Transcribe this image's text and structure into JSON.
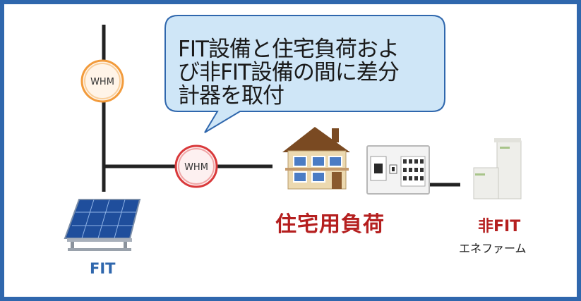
{
  "callout": {
    "lines": [
      "FIT設備と住宅負荷およ",
      "び非FIT設備の間に差分",
      "計器を取付"
    ]
  },
  "meters": {
    "top_label": "WHM",
    "middle_label": "WHM"
  },
  "labels": {
    "home_load": "住宅用負荷",
    "non_fit": "非FIT",
    "enefarm": "エネファーム",
    "fit": "FIT"
  },
  "colors": {
    "frame": "#2f67ad",
    "callout_fill": "#cfe6f7",
    "callout_border": "#2f67ad",
    "top_meter": "#f29b3c",
    "middle_meter": "#d9393b",
    "red_text": "#b51f1f",
    "blue_text": "#2f67ad"
  },
  "icons": {
    "house": "house-icon",
    "distribution_board": "distribution-board-icon",
    "fuel_cell": "fuel-cell-unit-icon",
    "solar_panel": "solar-panel-icon"
  }
}
